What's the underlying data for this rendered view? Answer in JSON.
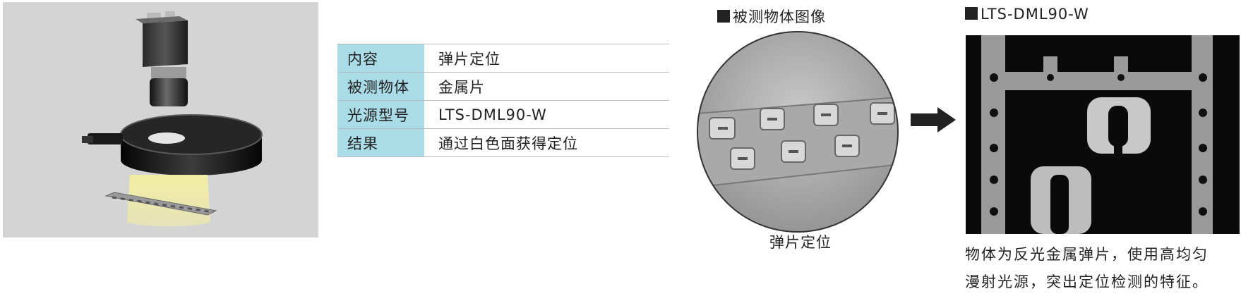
{
  "table": {
    "rows": [
      {
        "key": "内容",
        "value": "弹片定位"
      },
      {
        "key": "被测物体",
        "value": "金属片"
      },
      {
        "key": "光源型号",
        "value": "LTS-DML90-W"
      },
      {
        "key": "结果",
        "value": "通过白色面获得定位"
      }
    ]
  },
  "object_image": {
    "title": "被测物体图像",
    "caption": "弹片定位"
  },
  "result_image": {
    "title": "LTS-DML90-W"
  },
  "description": {
    "line1": "物体为反光金属弹片，使用高均匀",
    "line2": "漫射光源，突出定位检测的特征。"
  },
  "colors": {
    "table_key_bg": "#a9dce6",
    "illustration_bg": "#d4d4d4",
    "beam": "#f4efa0"
  }
}
